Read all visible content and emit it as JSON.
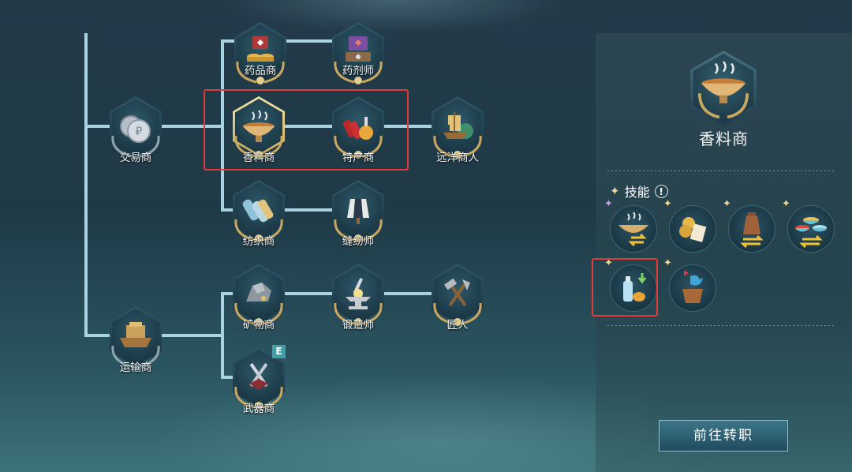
{
  "tree": {
    "nodes": [
      {
        "id": "drug-merchant",
        "label": "药品商",
        "icon": "medicine-coins-icon"
      },
      {
        "id": "pharmacist",
        "label": "药剂师",
        "icon": "medicine-chest-icon"
      },
      {
        "id": "trader",
        "label": "交易商",
        "icon": "silver-coins-icon"
      },
      {
        "id": "spice-merchant",
        "label": "香料商",
        "icon": "spice-bowl-icon",
        "selected": true
      },
      {
        "id": "specialty-merchant",
        "label": "特产商",
        "icon": "specialty-goods-icon"
      },
      {
        "id": "ocean-merchant",
        "label": "远洋商人",
        "icon": "sailing-ship-icon"
      },
      {
        "id": "textile-merchant",
        "label": "纺织商",
        "icon": "fabric-rolls-icon"
      },
      {
        "id": "tailor",
        "label": "缝纫师",
        "icon": "tailor-mannequin-icon"
      },
      {
        "id": "mineral-merchant",
        "label": "矿物商",
        "icon": "ore-icon"
      },
      {
        "id": "blacksmith",
        "label": "锻造师",
        "icon": "anvil-icon"
      },
      {
        "id": "craftsman",
        "label": "匠人",
        "icon": "hammer-axe-icon"
      },
      {
        "id": "transport-merchant",
        "label": "运输商",
        "icon": "cargo-ship-icon"
      },
      {
        "id": "weapon-merchant",
        "label": "武器商",
        "icon": "weapons-icon",
        "badge": "E"
      }
    ]
  },
  "panel": {
    "profession_name": "香料商",
    "profession_icon": "spice-bowl-icon",
    "skills_label": "技能",
    "skills_info_glyph": "!",
    "skills": [
      {
        "name": "spice-trade-skill",
        "icon": "spice-exchange-icon",
        "star": "purple"
      },
      {
        "name": "coin-document-skill",
        "icon": "coins-paper-icon",
        "star": "gold"
      },
      {
        "name": "coffee-pot-skill",
        "icon": "coffee-pot-exchange-icon",
        "star": "gold"
      },
      {
        "name": "bowls-exchange-skill",
        "icon": "bowls-exchange-icon",
        "star": "gold"
      },
      {
        "name": "bottle-bread-skill",
        "icon": "bottle-bread-down-icon",
        "star": "gold",
        "highlighted": true
      },
      {
        "name": "crate-bird-skill",
        "icon": "crate-bird-icon",
        "star": "gold"
      }
    ],
    "go_button_label": "前往转职"
  },
  "colors": {
    "connector": "#a9d2e2",
    "highlight_box": "#e23a3a",
    "star_gold": "#f2d993",
    "star_purple": "#c79cf0",
    "badge": "#3fa1a8"
  }
}
